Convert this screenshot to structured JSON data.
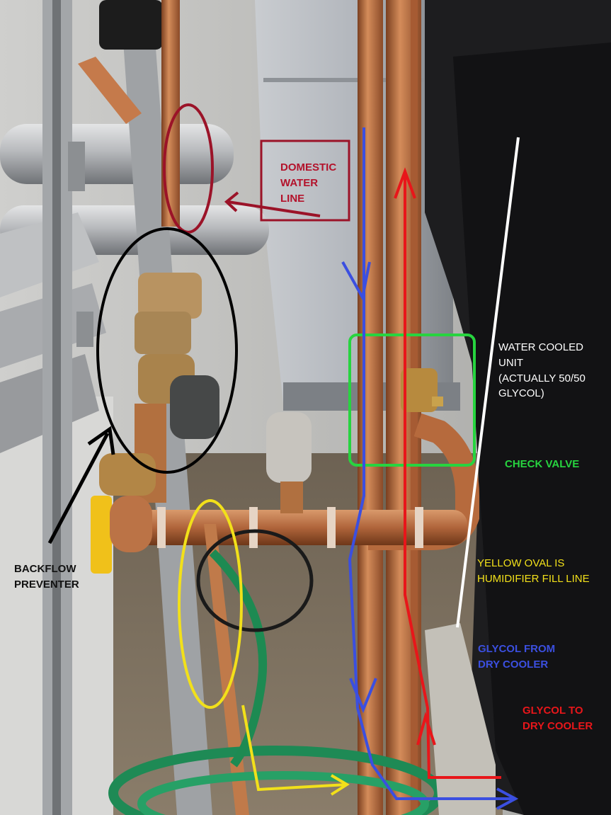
{
  "annotations": {
    "domestic_water": {
      "text": "DOMESTIC\nWATER\nLINE",
      "color": "#b3122b"
    },
    "water_cooled_unit": {
      "text": "WATER COOLED\nUNIT\n(ACTUALLY 50/50\nGLYCOL)",
      "color": "#ffffff"
    },
    "check_valve": {
      "text": "CHECK VALVE",
      "color": "#27d43f"
    },
    "backflow_preventer": {
      "text": "BACKFLOW\nPREVENTER",
      "color": "#111111"
    },
    "yellow_oval_note": {
      "text": "YELLOW OVAL IS\nHUMIDIFIER FILL LINE",
      "color": "#f2e01a"
    },
    "glycol_from": {
      "text": "GLYCOL FROM\nDRY COOLER",
      "color": "#3b4fe0"
    },
    "glycol_to": {
      "text": "GLYCOL TO\nDRY COOLER",
      "color": "#e8161a"
    }
  },
  "colors": {
    "marker_red": "#e8161a",
    "marker_blue": "#3b4fe0",
    "marker_green": "#27d43f",
    "marker_yellow": "#f2e01a",
    "marker_dark_red": "#9b1328",
    "marker_black": "#000000",
    "copper": "#b86e43"
  }
}
